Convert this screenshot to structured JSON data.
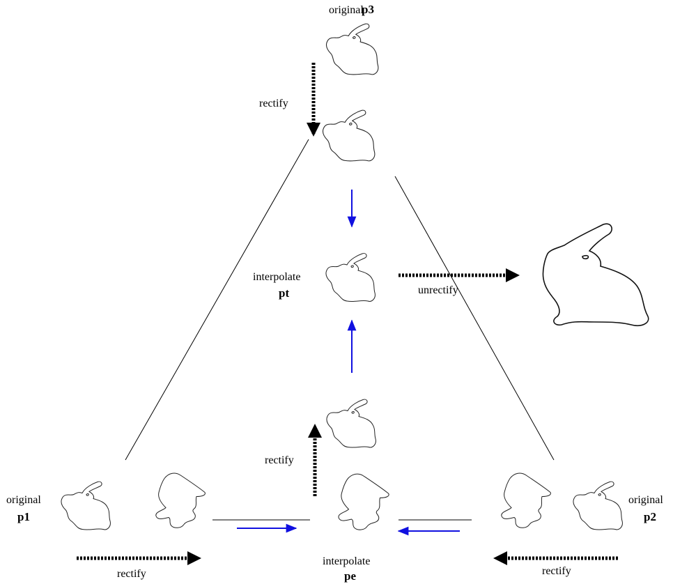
{
  "labels": {
    "p3_top": "original",
    "p3_name": "p3",
    "rectify_top": "rectify",
    "interpolate_mid": "interpolate",
    "pt_name": "pt",
    "unrectify": "unrectify",
    "rectify_mid": "rectify",
    "p1_top": "original",
    "p1_name": "p1",
    "p2_top": "original",
    "p2_name": "p2",
    "rectify_left": "rectify",
    "rectify_right": "rectify",
    "interpolate_bottom": "interpolate",
    "pe_name": "pe"
  },
  "colors": {
    "blue_arrow": "#1010e0",
    "black": "#000000"
  }
}
